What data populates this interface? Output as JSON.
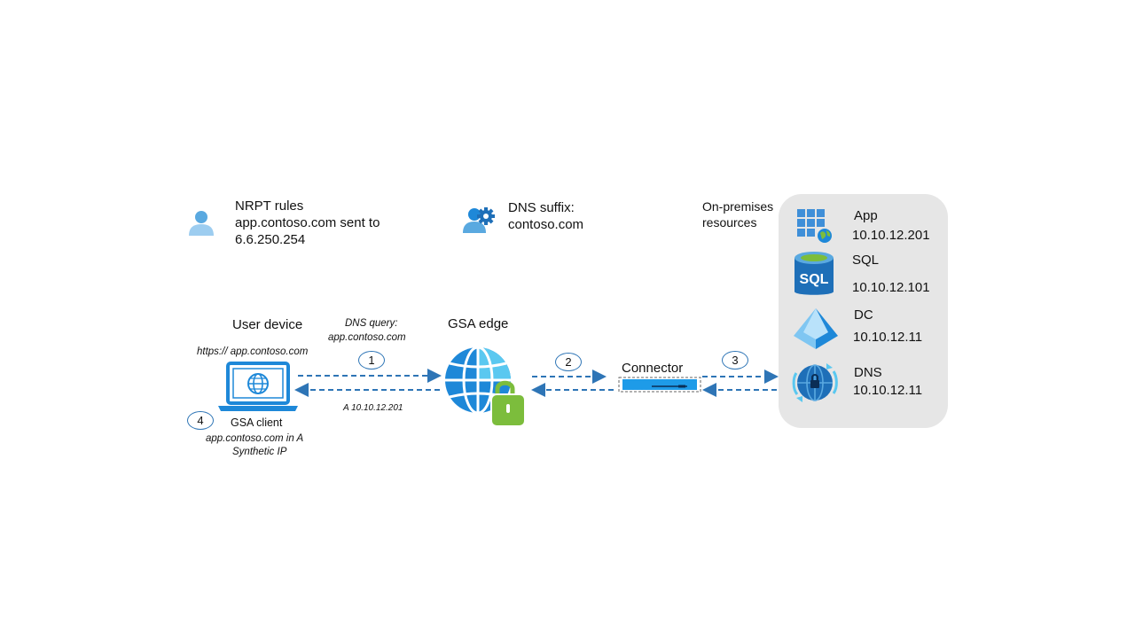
{
  "nrpt": {
    "line1": "NRPT rules",
    "line2": "app.contoso.com sent to",
    "line3": "6.6.250.254",
    "icon": "user-icon"
  },
  "dns_suffix": {
    "line1": "DNS suffix:",
    "line2": "contoso.com",
    "icon": "user-settings-icon"
  },
  "onprem": {
    "line1": "On-premises",
    "line2": "resources"
  },
  "resources": [
    {
      "name": "App",
      "ip": "10.10.12.201",
      "icon": "app-grid-globe-icon"
    },
    {
      "name": "SQL",
      "ip": "10.10.12.101",
      "icon": "sql-database-icon"
    },
    {
      "name": "DC",
      "ip": "10.10.12.11",
      "icon": "directory-pyramid-icon"
    },
    {
      "name": "DNS",
      "ip": "10.10.12.11",
      "icon": "dns-globe-icon"
    }
  ],
  "sql_badge": "SQL",
  "user_device": {
    "title": "User device",
    "url": "https:// app.contoso.com",
    "client": "GSA client",
    "note_line1": "app.contoso.com in A",
    "note_line2": "Synthetic IP"
  },
  "dns_query": {
    "line1": "DNS query:",
    "line2": "app.contoso.com"
  },
  "answer": "A 10.10.12.201",
  "gsa_edge": "GSA edge",
  "connector": "Connector",
  "steps": [
    "1",
    "2",
    "3",
    "4"
  ],
  "colors": {
    "arrow": "#2e75b6",
    "panel": "#e6e6e6",
    "azure_blue": "#1e88d8",
    "lock_green": "#7cbd3c"
  }
}
